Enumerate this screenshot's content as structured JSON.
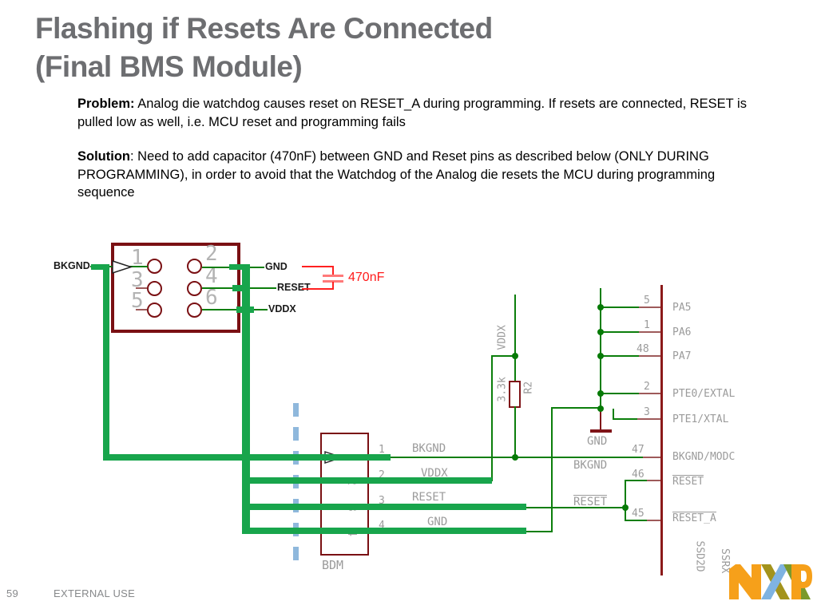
{
  "slide": {
    "title": {
      "line1": "Flashing if Resets Are Connected",
      "line2": "(Final BMS Module)"
    },
    "problem": {
      "label": "Problem:",
      "text": " Analog die watchdog causes reset on RESET_A during programming. If resets are connected, RESET is pulled low as well, i.e. MCU reset and programming fails"
    },
    "solution": {
      "label": "Solution",
      "text": ": Need to add capacitor (470nF) between GND and Reset pins as described below (ONLY DURING PROGRAMMING), in order to avoid that the Watchdog of the Analog die resets the MCU during  programming sequence"
    },
    "footer": {
      "page_number": "59",
      "classification": "EXTERNAL USE"
    },
    "logo_text": "NXP"
  },
  "schematic": {
    "header_connector": {
      "pin_numbers": [
        "1",
        "2",
        "3",
        "4",
        "5",
        "6"
      ],
      "signal_in": "BKGND",
      "pin2_label": "GND",
      "pin4_label": "RESET",
      "pin6_label": "VDDX"
    },
    "capacitor_annotation": {
      "value": "470nF"
    },
    "bdm_connector": {
      "name": "BDM",
      "pins": [
        {
          "num": "1",
          "net": "BKGND"
        },
        {
          "num": "2",
          "net": "VDDX"
        },
        {
          "num": "3",
          "net": "RESET"
        },
        {
          "num": "4",
          "net": "GND"
        }
      ]
    },
    "pullup_resistor": {
      "value": "3.3k",
      "designator": "R2",
      "rail": "VDDX"
    },
    "gnd_symbol_label": "GND",
    "net_labels": {
      "bkgnd": "BKGND",
      "reset": "RESET"
    },
    "mcu_pins": [
      {
        "num": "5",
        "name": "PA5"
      },
      {
        "num": "1",
        "name": "PA6"
      },
      {
        "num": "48",
        "name": "PA7"
      },
      {
        "num": "2",
        "name": "PTE0/EXTAL"
      },
      {
        "num": "3",
        "name": "PTE1/XTAL"
      },
      {
        "num": "47",
        "name": "BKGND/MODC"
      },
      {
        "num": "46",
        "name": "RESET"
      },
      {
        "num": "45",
        "name": "RESET_A"
      }
    ],
    "vertical_pin_labels": [
      "SSD2D",
      "SSRX"
    ],
    "colors": {
      "thick_wire": "#18a54c",
      "thin_wire": "#0b7e0b",
      "component": "#7a1013",
      "annotation_red": "#ff1a1a",
      "schematic_text": "#9b9b9b",
      "guide_dashed": "#8fb8dc"
    }
  }
}
